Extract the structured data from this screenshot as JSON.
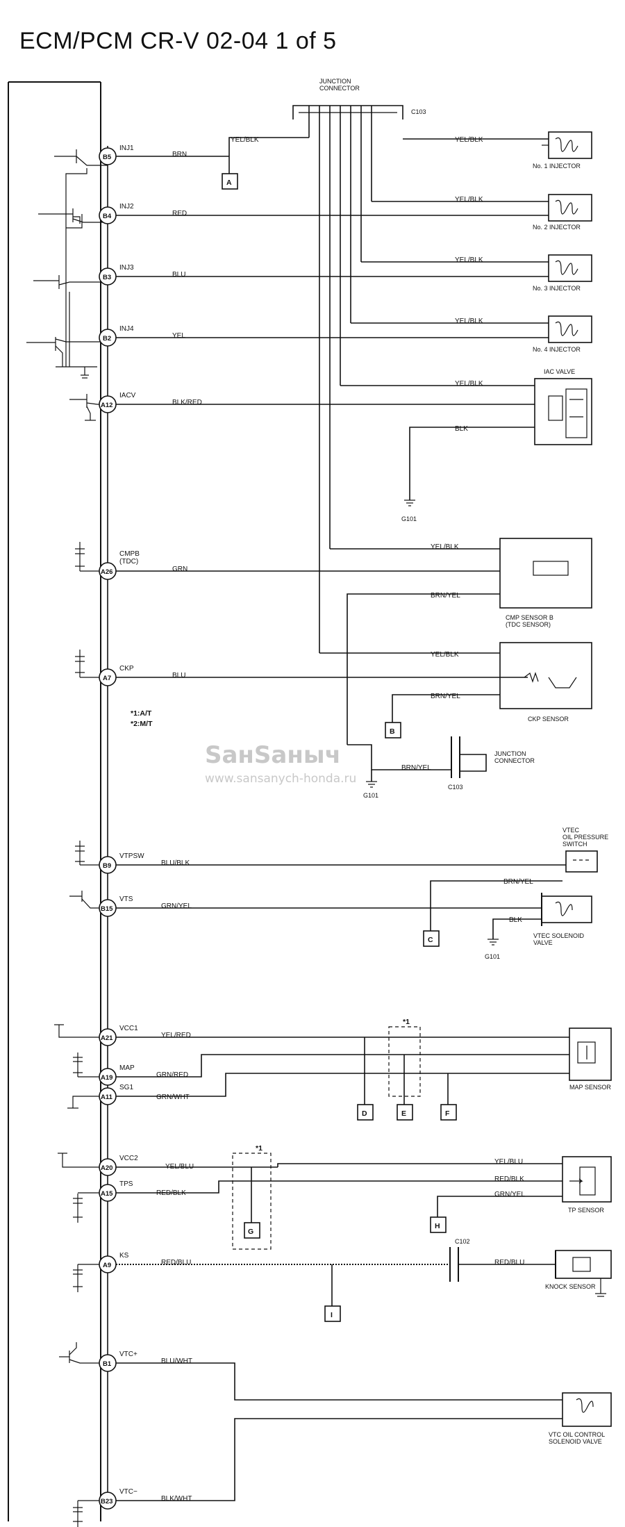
{
  "title": "ECM/PCM CR-V 02-04  1 of 5",
  "watermark": {
    "brand": "SанSаныч",
    "url": "www.sansanych-honda.ru"
  },
  "notes": [
    "*1:A/T",
    "*2:M/T"
  ],
  "pins": [
    {
      "id": "B5",
      "signal": "INJ1",
      "wire": "BRN"
    },
    {
      "id": "B4",
      "signal": "INJ2",
      "wire": "RED"
    },
    {
      "id": "B3",
      "signal": "INJ3",
      "wire": "BLU"
    },
    {
      "id": "B2",
      "signal": "INJ4",
      "wire": "YEL"
    },
    {
      "id": "A12",
      "signal": "IACV",
      "wire": "BLK/RED"
    },
    {
      "id": "A26",
      "signal": "CMPB\n(TDC)",
      "wire": "GRN"
    },
    {
      "id": "A7",
      "signal": "CKP",
      "wire": "BLU"
    },
    {
      "id": "B9",
      "signal": "VTPSW",
      "wire": "BLU/BLK"
    },
    {
      "id": "B15",
      "signal": "VTS",
      "wire": "GRN/YEL"
    },
    {
      "id": "A21",
      "signal": "VCC1",
      "wire": "YEL/RED"
    },
    {
      "id": "A19",
      "signal": "MAP",
      "wire": "GRN/RED"
    },
    {
      "id": "A11",
      "signal": "SG1",
      "wire": "GRN/WHT"
    },
    {
      "id": "A20",
      "signal": "VCC2",
      "wire": "YEL/BLU"
    },
    {
      "id": "A15",
      "signal": "TPS",
      "wire": "RED/BLK"
    },
    {
      "id": "A9",
      "signal": "KS",
      "wire": "RED/BLU"
    },
    {
      "id": "B1",
      "signal": "VTC+",
      "wire": "BLU/WHT"
    },
    {
      "id": "B23",
      "signal": "VTC−",
      "wire": "BLK/WHT"
    }
  ],
  "components": {
    "junction_top": "JUNCTION\nCONNECTOR",
    "c103": "C103",
    "inj1": "No. 1 INJECTOR",
    "inj2": "No. 2 INJECTOR",
    "inj3": "No. 3 INJECTOR",
    "inj4": "No. 4 INJECTOR",
    "iac": "IAC VALVE",
    "cmp": "CMP SENSOR B\n(TDC SENSOR)",
    "ckp": "CKP SENSOR",
    "junction_mid": "JUNCTION\nCONNECTOR",
    "c103b": "C103",
    "vtec_switch": "VTEC\nOIL PRESSURE\nSWITCH",
    "vtec_valve": "VTEC SOLENOID\nVALVE",
    "map": "MAP SENSOR",
    "tp": "TP SENSOR",
    "c102": "C102",
    "knock": "KNOCK SENSOR",
    "vtc": "VTC OIL CONTROL\nSOLENOID VALVE"
  },
  "grounds": [
    "G101",
    "G101",
    "G101"
  ],
  "connectors": [
    "A",
    "B",
    "C",
    "D",
    "E",
    "F",
    "G",
    "H",
    "I"
  ],
  "side_wires": {
    "yelblk": "YEL/BLK",
    "blk": "BLK",
    "brnyel": "BRN/YEL",
    "yelblu": "YEL/BLU",
    "redblk": "RED/BLK",
    "grnyel": "GRN/YEL",
    "redblu": "RED/BLU"
  },
  "star1": "*1"
}
